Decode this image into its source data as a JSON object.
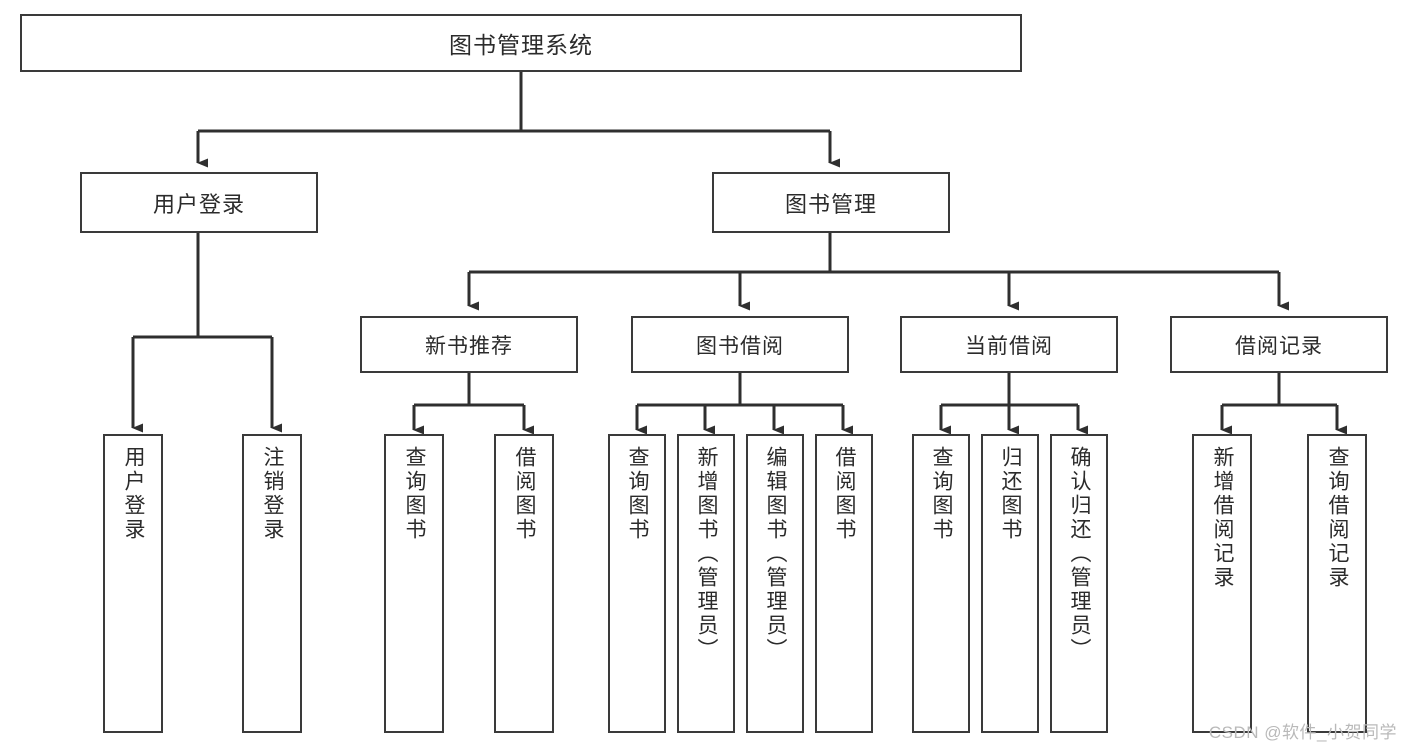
{
  "diagram": {
    "title": "图书管理系统",
    "watermark": "CSDN @软件_小贺同学",
    "style": {
      "background": "#ffffff",
      "border_color": "#3a3a3a",
      "text_color": "#2b2b2b",
      "edge_color": "#2f2f2f",
      "watermark_color": "#b9b9b9"
    },
    "nodes": {
      "root": {
        "label": "图书管理系统",
        "level": 1,
        "orientation": "horizontal"
      },
      "user_login": {
        "label": "用户登录",
        "level": 2,
        "orientation": "horizontal"
      },
      "book_manage": {
        "label": "图书管理",
        "level": 2,
        "orientation": "horizontal"
      },
      "new_book_rec": {
        "label": "新书推荐",
        "level": 3,
        "orientation": "horizontal"
      },
      "book_borrow": {
        "label": "图书借阅",
        "level": 3,
        "orientation": "horizontal"
      },
      "current_borrow": {
        "label": "当前借阅",
        "level": 3,
        "orientation": "horizontal"
      },
      "borrow_record": {
        "label": "借阅记录",
        "level": 3,
        "orientation": "horizontal"
      },
      "leaf_user_login": {
        "label": "用户登录",
        "level": 4,
        "orientation": "vertical"
      },
      "leaf_logout": {
        "label": "注销登录",
        "level": 4,
        "orientation": "vertical"
      },
      "leaf_query_book_1": {
        "label": "查询图书",
        "level": 4,
        "orientation": "vertical"
      },
      "leaf_borrow_book_1": {
        "label": "借阅图书",
        "level": 4,
        "orientation": "vertical"
      },
      "leaf_query_book_2": {
        "label": "查询图书",
        "level": 4,
        "orientation": "vertical"
      },
      "leaf_add_book": {
        "label": "新增图书（管理员）",
        "level": 4,
        "orientation": "vertical"
      },
      "leaf_edit_book": {
        "label": "编辑图书（管理员）",
        "level": 4,
        "orientation": "vertical"
      },
      "leaf_borrow_book_2": {
        "label": "借阅图书",
        "level": 4,
        "orientation": "vertical"
      },
      "leaf_query_book_3": {
        "label": "查询图书",
        "level": 4,
        "orientation": "vertical"
      },
      "leaf_return_book": {
        "label": "归还图书",
        "level": 4,
        "orientation": "vertical"
      },
      "leaf_confirm_return": {
        "label": "确认归还（管理员）",
        "level": 4,
        "orientation": "vertical"
      },
      "leaf_add_record": {
        "label": "新增借阅记录",
        "level": 4,
        "orientation": "vertical"
      },
      "leaf_query_record": {
        "label": "查询借阅记录",
        "level": 4,
        "orientation": "vertical"
      }
    },
    "edges": [
      {
        "from": "root",
        "to": "user_login"
      },
      {
        "from": "root",
        "to": "book_manage"
      },
      {
        "from": "user_login",
        "to": "leaf_user_login"
      },
      {
        "from": "user_login",
        "to": "leaf_logout"
      },
      {
        "from": "book_manage",
        "to": "new_book_rec"
      },
      {
        "from": "book_manage",
        "to": "book_borrow"
      },
      {
        "from": "book_manage",
        "to": "current_borrow"
      },
      {
        "from": "book_manage",
        "to": "borrow_record"
      },
      {
        "from": "new_book_rec",
        "to": "leaf_query_book_1"
      },
      {
        "from": "new_book_rec",
        "to": "leaf_borrow_book_1"
      },
      {
        "from": "book_borrow",
        "to": "leaf_query_book_2"
      },
      {
        "from": "book_borrow",
        "to": "leaf_add_book"
      },
      {
        "from": "book_borrow",
        "to": "leaf_edit_book"
      },
      {
        "from": "book_borrow",
        "to": "leaf_borrow_book_2"
      },
      {
        "from": "current_borrow",
        "to": "leaf_query_book_3"
      },
      {
        "from": "current_borrow",
        "to": "leaf_return_book"
      },
      {
        "from": "current_borrow",
        "to": "leaf_confirm_return"
      },
      {
        "from": "borrow_record",
        "to": "leaf_add_record"
      },
      {
        "from": "borrow_record",
        "to": "leaf_query_record"
      }
    ]
  }
}
